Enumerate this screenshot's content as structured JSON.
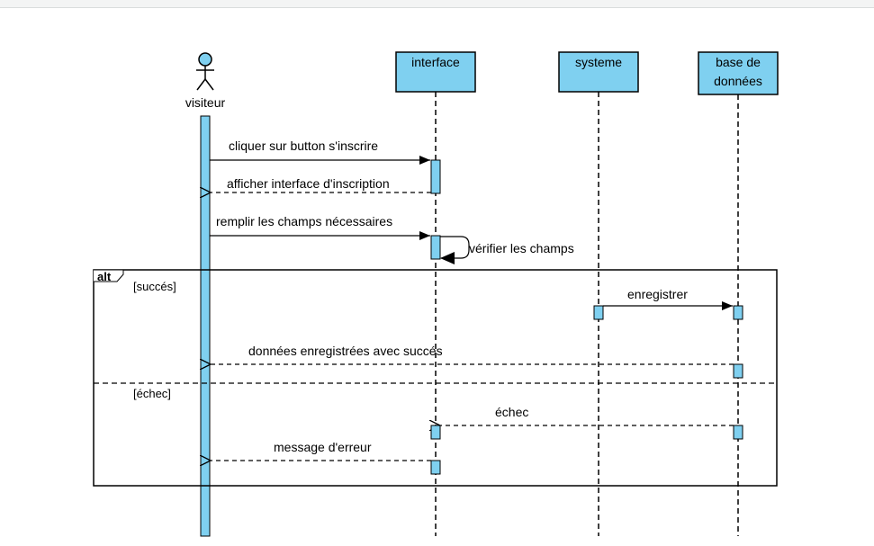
{
  "diagram": {
    "participants": {
      "actor": "visiteur",
      "interface": "interface",
      "systeme": "systeme",
      "bdd_line1": "base de",
      "bdd_line2": "données"
    },
    "messages": {
      "m1": "cliquer sur button s'inscrire",
      "m2": "afficher interface d'inscription",
      "m3": "remplir les champs nécessaires",
      "m4": "vérifier les champs",
      "m5": "enregistrer",
      "m6": "données enregistrées avec succés",
      "m7": "échec",
      "m8": "message d'erreur"
    },
    "fragment": {
      "operator": "alt",
      "guard1": "[succés]",
      "guard2": "[échec]"
    },
    "colors": {
      "fill": "#7fd0f0",
      "stroke": "#000000",
      "background": "#ffffff"
    }
  }
}
